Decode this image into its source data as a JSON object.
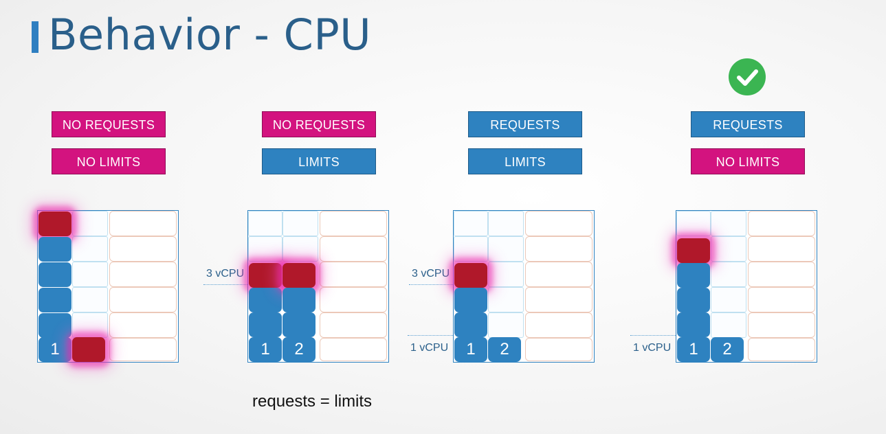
{
  "title": "Behavior - CPU",
  "check_icon": "check-circle-icon",
  "colors": {
    "title": "#2a5f8a",
    "pink": "#d3137f",
    "blue": "#2e82c0",
    "red": "#b0182a",
    "check": "#3bb552"
  },
  "scenarios": [
    {
      "request_label": "NO REQUESTS",
      "limit_label": "NO LIMITS",
      "blocks": [
        "1"
      ]
    },
    {
      "request_label": "NO REQUESTS",
      "limit_label": "LIMITS",
      "limit_marker": "3 vCPU",
      "blocks": [
        "1",
        "2"
      ]
    },
    {
      "request_label": "REQUESTS",
      "limit_label": "LIMITS",
      "limit_marker": "3 vCPU",
      "request_marker": "1 vCPU",
      "blocks": [
        "1",
        "2"
      ]
    },
    {
      "request_label": "REQUESTS",
      "limit_label": "NO LIMITS",
      "request_marker": "1 vCPU",
      "blocks": [
        "1",
        "2"
      ]
    }
  ],
  "caption": "requests = limits"
}
